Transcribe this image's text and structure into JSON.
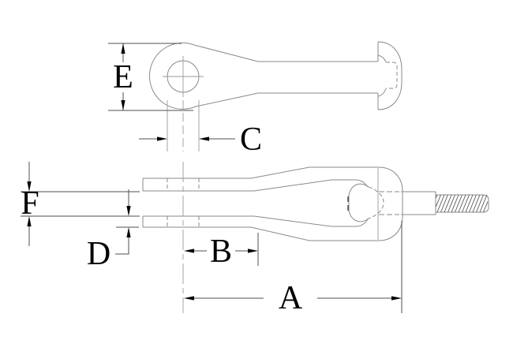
{
  "drawing": {
    "background": "#ffffff",
    "outline_color": "#8a8a8a",
    "dimension_line_color": "#4f4f4f",
    "arrow_color": "#000000",
    "label_color": "#000000",
    "hatch_color": "#5a5a5a",
    "labels": {
      "A": "A",
      "B": "B",
      "C": "C",
      "D": "D",
      "E": "E",
      "F": "F"
    }
  }
}
